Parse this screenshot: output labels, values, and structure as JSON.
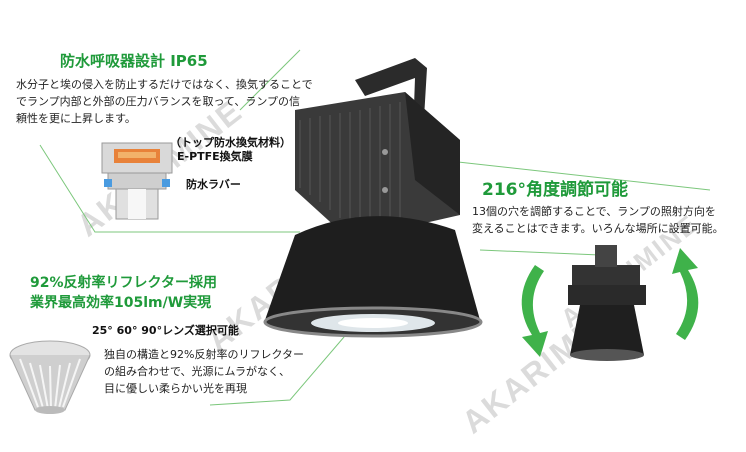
{
  "watermark": "AKARIMINE",
  "features": {
    "breathing": {
      "title": "防水呼吸器設計 IP65",
      "desc_lines": [
        "水分子と埃の侵入を防止するだけではなく、換気することで",
        "でランプ内部と外部の圧力バランスを取って、ランプの信",
        "頼性を更に上昇します。"
      ],
      "label_membrane_1": "（トップ防水換気材料）",
      "label_membrane_2": "E-PTFE換気膜",
      "label_rubber": "防水ラバー"
    },
    "angle": {
      "title": "216°角度調節可能",
      "desc_lines": [
        "13個の穴を調節することで、ランプの照射方向を",
        "変えることはできます。いろんな場所に設置可能。"
      ]
    },
    "reflector": {
      "title_1": "92%反射率リフレクター採用",
      "title_2": "業界最高効率105lm/W実現",
      "subtitle": "25° 60° 90°レンズ選択可能",
      "desc_lines": [
        "独自の構造と92%反射率のリフレクター",
        "の組み合わせで、光源にムラがなく、",
        "目に優しい柔らかい光を再現"
      ]
    }
  },
  "colors": {
    "accent_green": "#1f9a3a",
    "line_green": "#7cc77c"
  }
}
